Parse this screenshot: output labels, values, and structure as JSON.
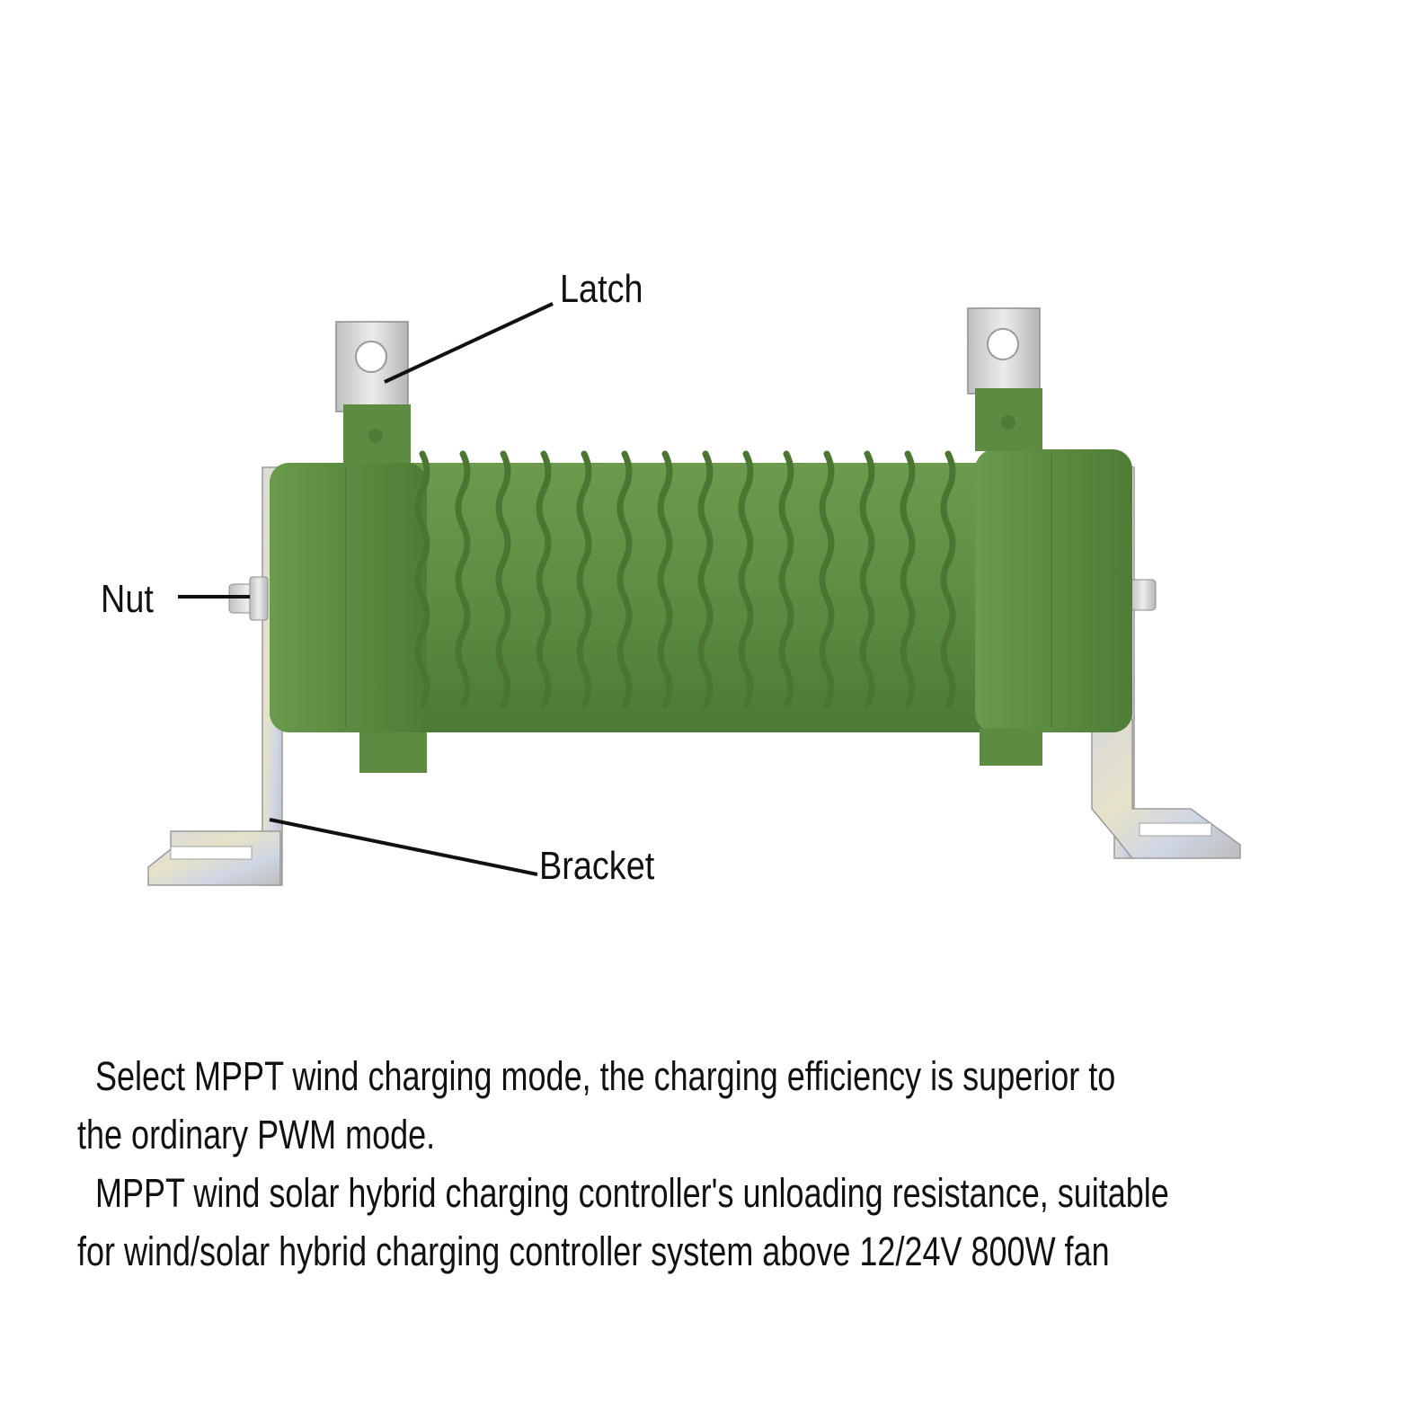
{
  "labels": {
    "latch": "Latch",
    "nut": "Nut",
    "bracket": "Bracket"
  },
  "description": {
    "line1": "  Select MPPT wind charging mode, the charging efficiency is superior to",
    "line2": "the ordinary PWM mode.",
    "line3": "  MPPT wind solar hybrid charging controller's unloading resistance, suitable",
    "line4": "for wind/solar hybrid charging controller system above 12/24V 800W fan"
  },
  "colors": {
    "background": "#ffffff",
    "body_green": "#5f8f43",
    "body_green_dark": "#4a7632",
    "metal": "#d4d4d4",
    "text": "#111111"
  },
  "icons": [
    "resistor-illustration",
    "latch-tab",
    "nut",
    "bracket"
  ]
}
